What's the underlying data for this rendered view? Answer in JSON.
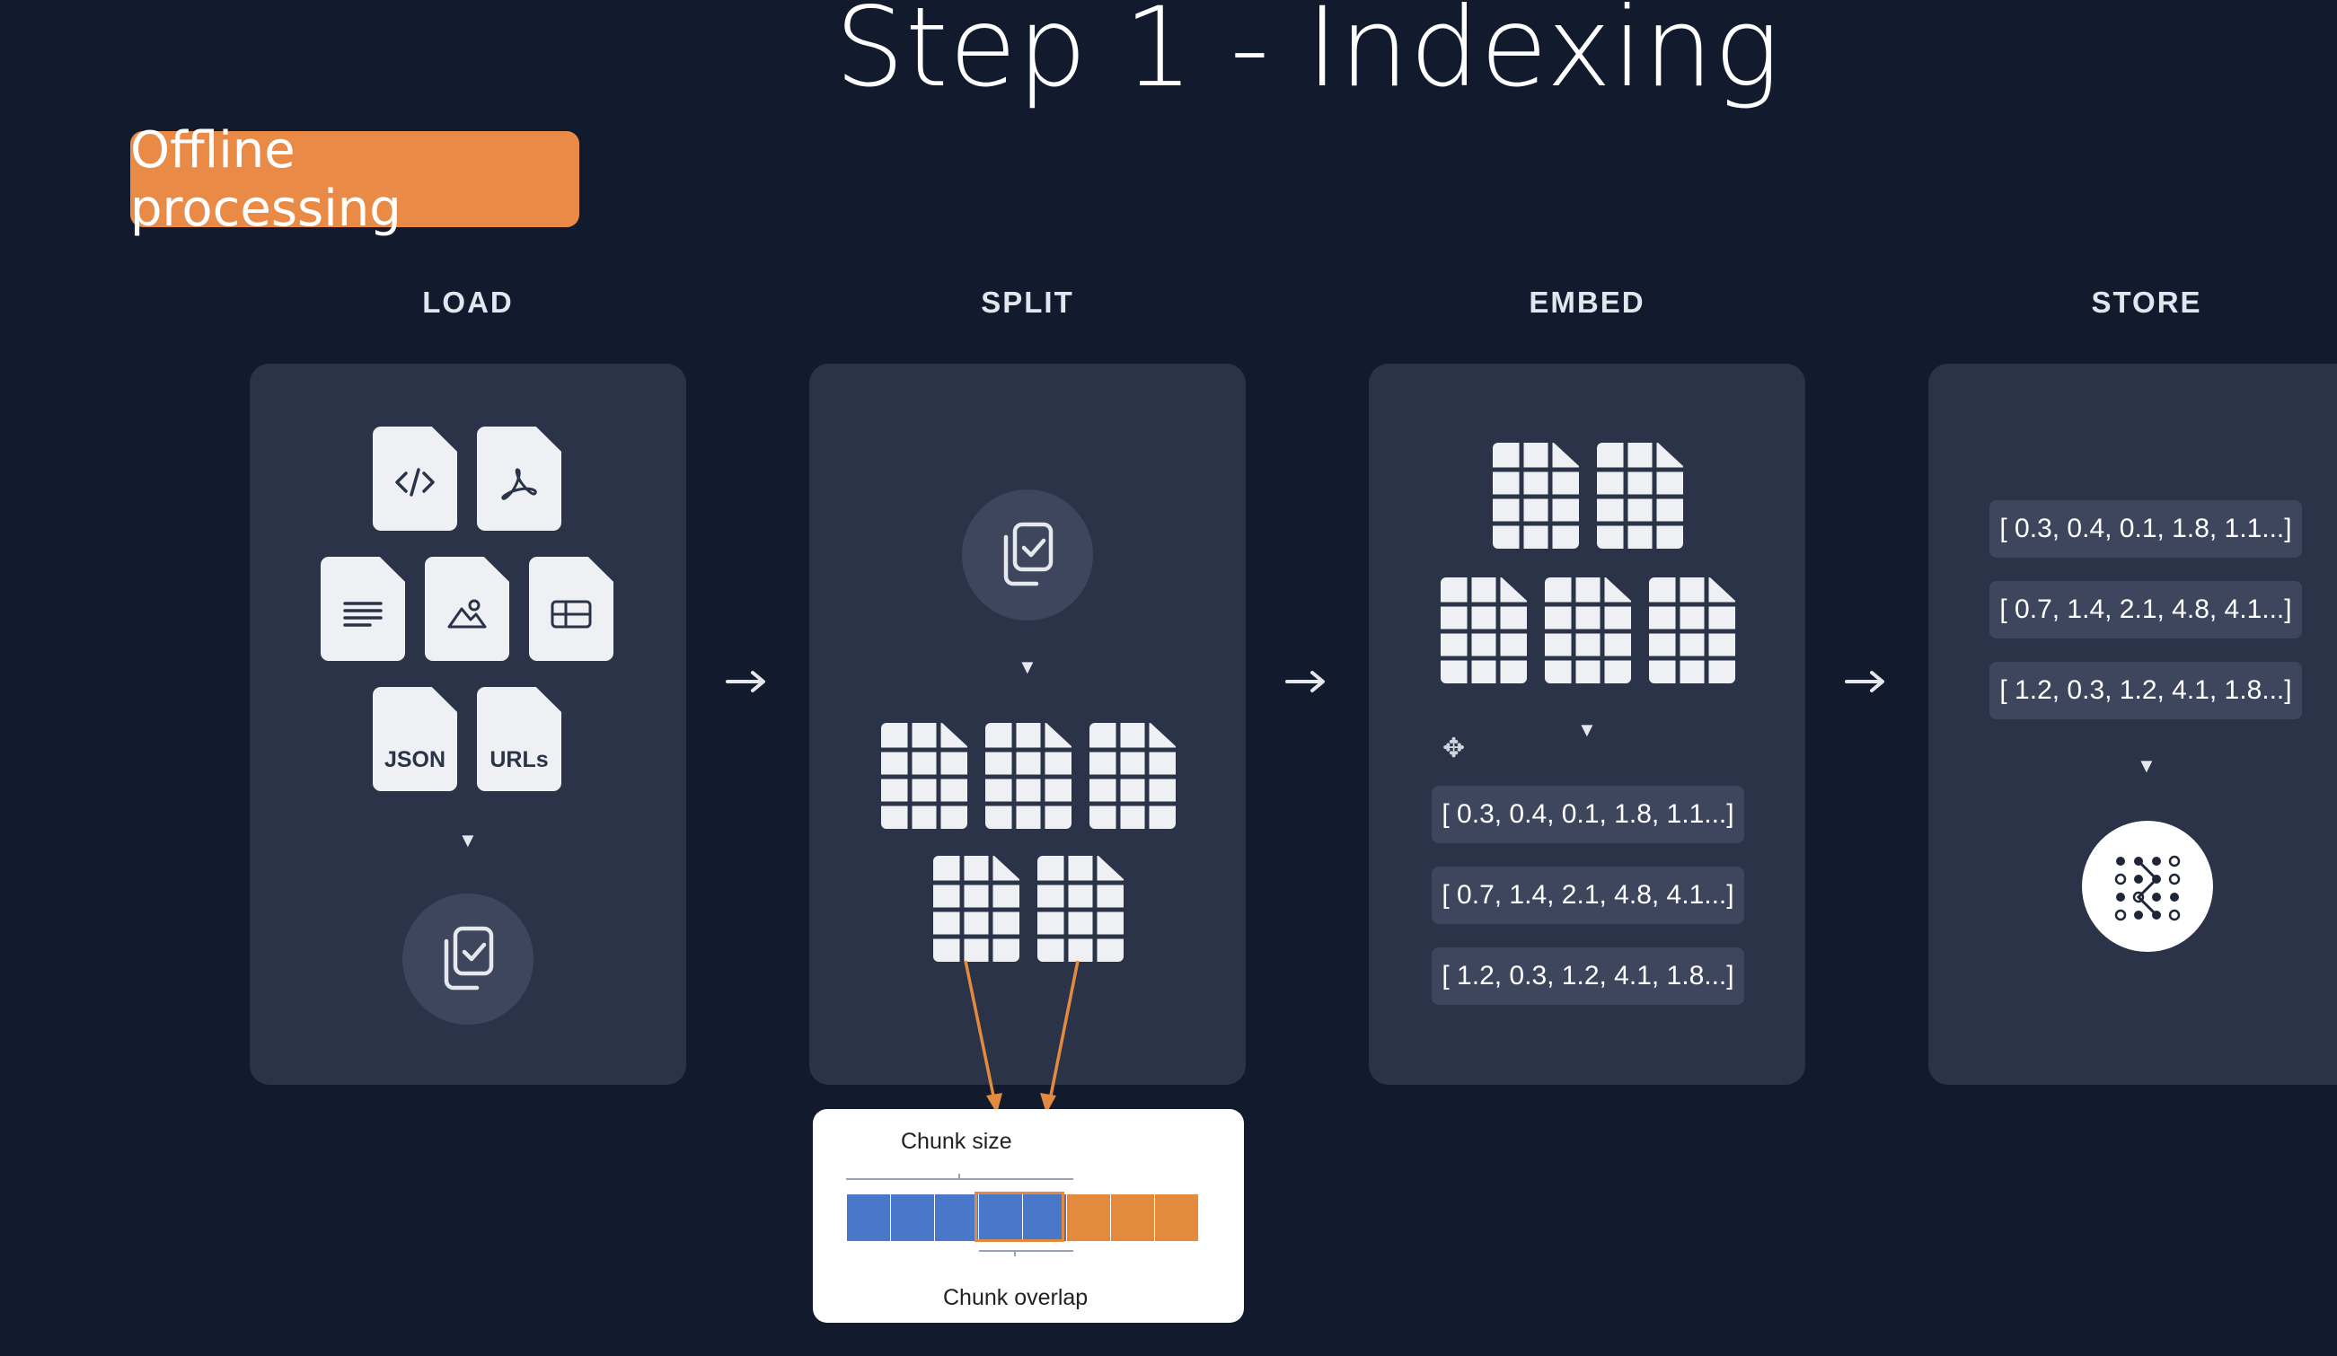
{
  "title": "Step 1 - Indexing",
  "badge": "Offline processing",
  "stages": {
    "load": "LOAD",
    "split": "SPLIT",
    "embed": "EMBED",
    "store": "STORE"
  },
  "load": {
    "doc_types": [
      "code-file-icon",
      "pdf-file-icon",
      "text-file-icon",
      "image-file-icon",
      "table-file-icon"
    ],
    "json_label": "JSON",
    "urls_label": "URLs"
  },
  "embed": {
    "vectors": [
      "[ 0.3, 0.4, 0.1, 1.8, 1.1...]",
      "[ 0.7, 1.4, 2.1, 4.8, 4.1...]",
      "[ 1.2, 0.3, 1.2, 4.1, 1.8...]"
    ]
  },
  "store": {
    "vectors": [
      "[ 0.3, 0.4, 0.1, 1.8, 1.1...]",
      "[ 0.7, 1.4, 2.1, 4.8, 4.1...]",
      "[ 1.2, 0.3, 1.2, 4.1, 1.8...]"
    ]
  },
  "chunk_diagram": {
    "chunk_size_label": "Chunk size",
    "chunk_overlap_label": "Chunk overlap",
    "colors": {
      "chunk": "#4a78c8",
      "overlap": "#e38a3f"
    }
  },
  "colors": {
    "background": "#121a2e",
    "panel": "#2b3349",
    "accent": "#e98a47"
  }
}
